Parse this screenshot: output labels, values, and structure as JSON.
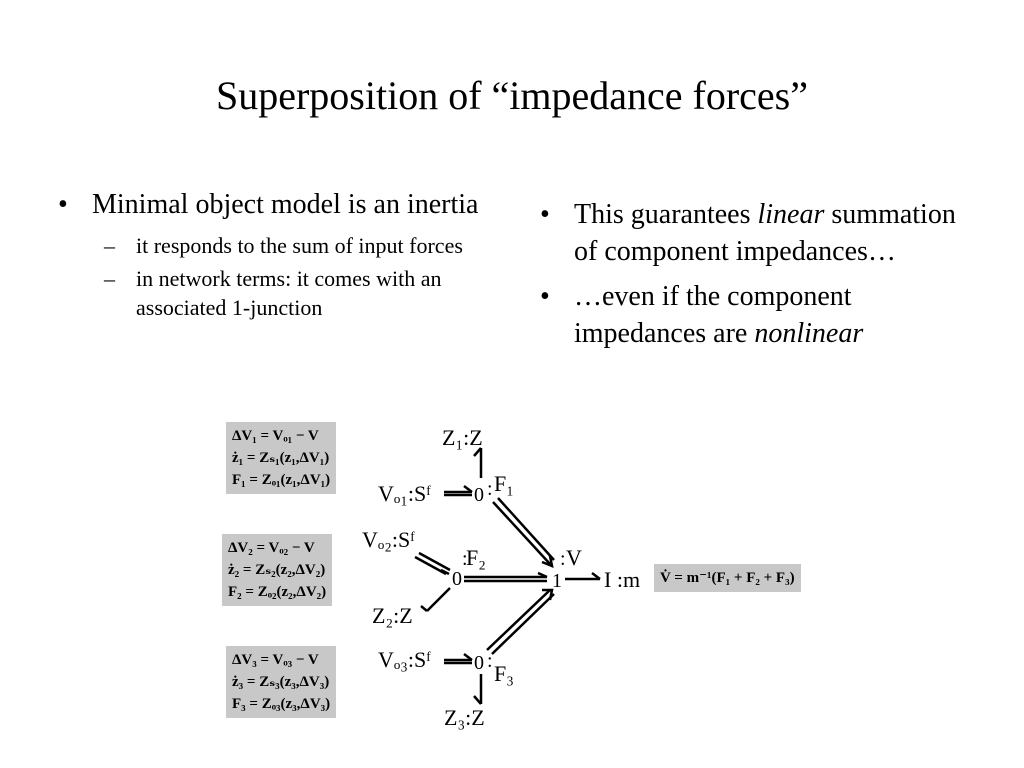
{
  "slide": {
    "title": "Superposition of “impedance forces”"
  },
  "left": {
    "bullet1": "Minimal object model is an inertia",
    "sub1": "it responds to the sum of input forces",
    "sub2": "in network terms: it comes with an associated 1-junction"
  },
  "right": {
    "bullet1_pre": "This guarantees ",
    "bullet1_em": "linear",
    "bullet1_post": " summation of component impedances…",
    "bullet2_pre": "…even if the component impedances are ",
    "bullet2_em": "nonlinear"
  },
  "marks": {
    "bullet": "•",
    "dash": "–"
  },
  "diagram": {
    "eq1": [
      "ΔV₁ = Vₒ₁ − V",
      "ż₁ = Zₛ₁(z₁,ΔV₁)",
      "F₁ = Zₒ₁(z₁,ΔV₁)"
    ],
    "eq2": [
      "ΔV₂ = Vₒ₂ − V",
      "ż₂ = Zₛ₂(z₂,ΔV₂)",
      "F₂ = Zₒ₂(z₂,ΔV₂)"
    ],
    "eq3": [
      "ΔV₃ = Vₒ₃ − V",
      "ż₃ = Zₛ₃(z₃,ΔV₃)",
      "F₃ = Zₒ₃(z₃,ΔV₃)"
    ],
    "eq_sum": "V̇ = m⁻¹(F₁ + F₂ + F₃)",
    "z1": "Z₁:Z",
    "z2": "Z₂:Z",
    "z3": "Z₃:Z",
    "src1": "Vₒ₁:Sᶠ",
    "src2": "Vₒ₂:Sᶠ",
    "src3": "Vₒ₃:Sᶠ",
    "f1": "F₁",
    "f2": "F₂",
    "f3": "F₃",
    "v": "V",
    "junction0": "0",
    "junction1": "1",
    "inertia": "I :m",
    "colon": ":"
  }
}
